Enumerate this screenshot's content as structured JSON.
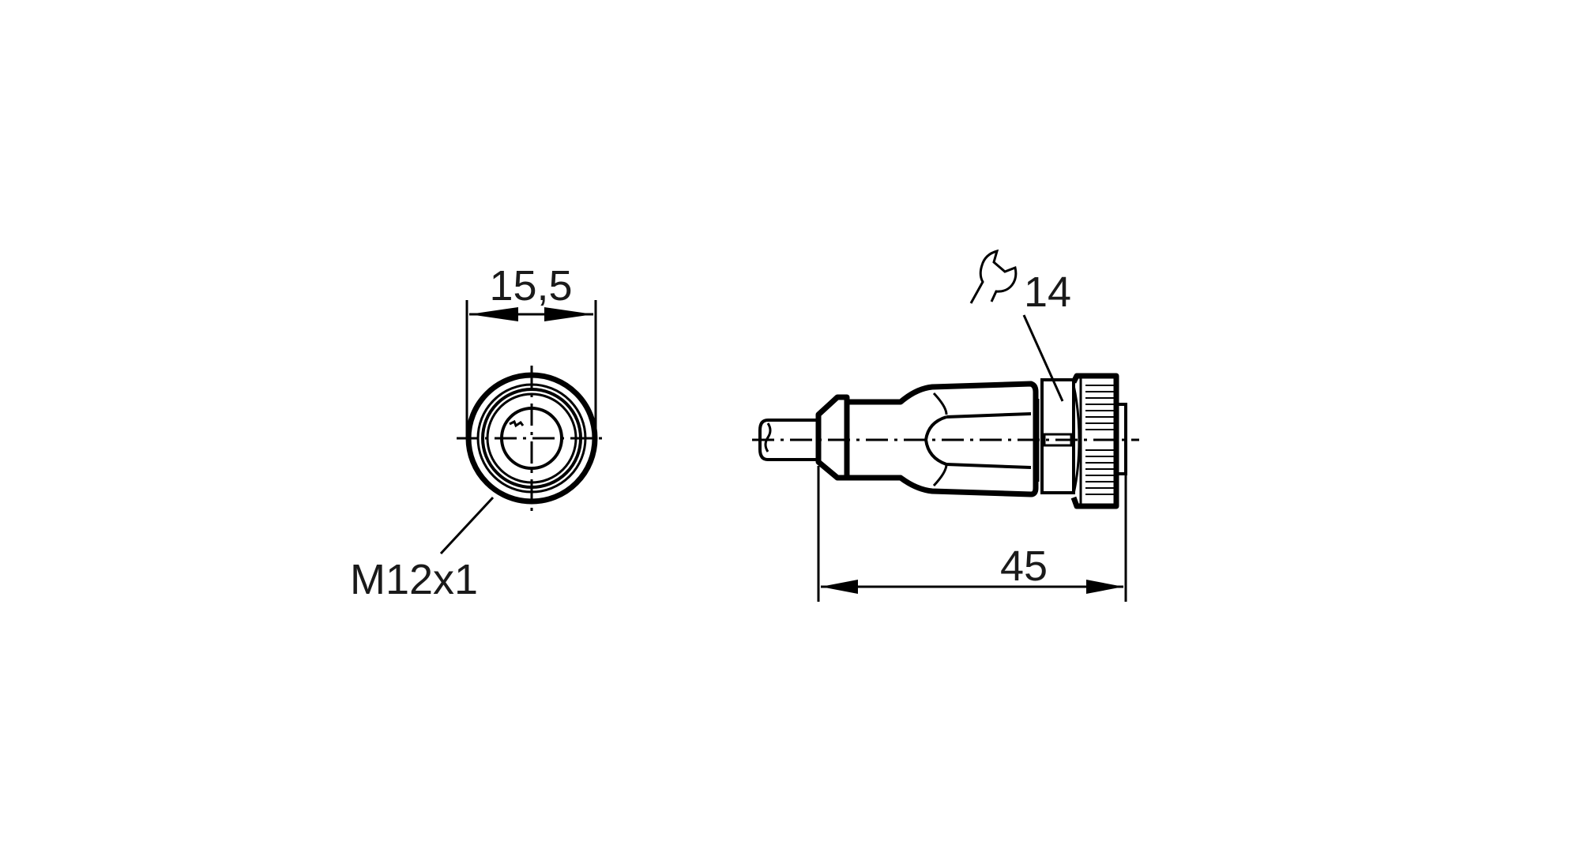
{
  "drawing": {
    "title": "M12 female connector dimension drawing",
    "background": "#ffffff",
    "line_color": "#000000",
    "front_view": {
      "width_dimension": "15,5",
      "thread_label": "M12x1"
    },
    "side_view": {
      "length_dimension": "45",
      "wrench_icon": "wrench-icon",
      "wrench_size": "14"
    }
  }
}
